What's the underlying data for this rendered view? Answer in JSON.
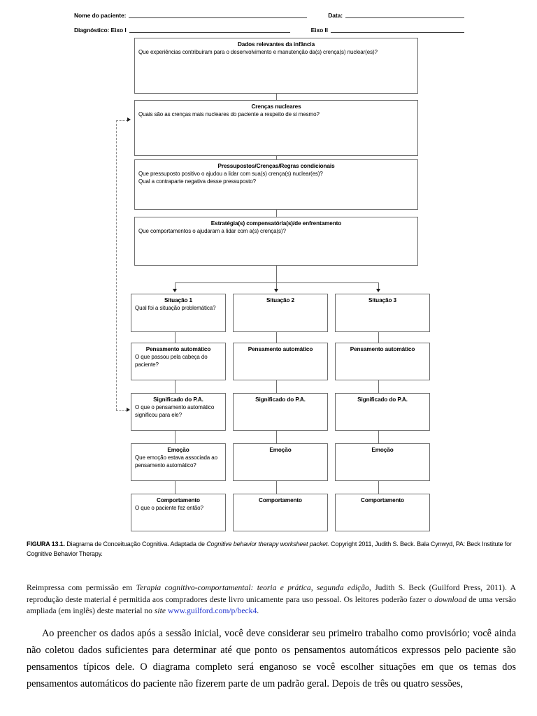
{
  "form": {
    "patient_name_label": "Nome do paciente:",
    "date_label": "Data:",
    "diagnosis_label": "Diagnóstico: Eixo I",
    "axis2_label": "Eixo II",
    "patient_name_value": "",
    "date_value": "",
    "axis1_value": "",
    "axis2_value": ""
  },
  "diagram": {
    "childhood": {
      "title": "Dados relevantes da infância",
      "prompt": [
        "Que experiências contribuiram para o desenvolvimento e manutenção da(s) crença(s) nuclear(es)?"
      ]
    },
    "core_beliefs": {
      "title": "Crenças nucleares",
      "prompt": [
        "Quais são as crenças mais nucleares do paciente a respeito de si mesmo?"
      ]
    },
    "assumptions": {
      "title": "Pressupostos/Crenças/Regras condicionais",
      "prompt": [
        "Que pressuposto positivo o ajudou a lidar com sua(s) crença(s) nuclear(es)?",
        "Qual a contraparte negativa desse pressuposto?"
      ]
    },
    "strategies": {
      "title": "Estratégia(s) compensatória(s)/de enfrentamento",
      "prompt": [
        "Que comportamentos o ajudaram a lidar com a(s) crença(s)?"
      ]
    },
    "columns": [
      {
        "situation": {
          "title": "Situação 1",
          "prompt": [
            "Qual foi a situação problemática?"
          ]
        },
        "automatic_thought": {
          "title": "Pensamento automático",
          "prompt": [
            "O que passou pela cabeça do",
            "paciente?"
          ]
        },
        "meaning": {
          "title": "Significado do P.A.",
          "prompt": [
            "O que o pensamento automático",
            "significou para ele?"
          ]
        },
        "emotion": {
          "title": "Emoção",
          "prompt": [
            "Que emoção estava associada ao",
            "pensamento automático?"
          ]
        },
        "behavior": {
          "title": "Comportamento",
          "prompt": [
            "O que o paciente fez então?"
          ]
        }
      },
      {
        "situation": {
          "title": "Situação 2",
          "prompt": []
        },
        "automatic_thought": {
          "title": "Pensamento automático",
          "prompt": []
        },
        "meaning": {
          "title": "Significado do P.A.",
          "prompt": []
        },
        "emotion": {
          "title": "Emoção",
          "prompt": []
        },
        "behavior": {
          "title": "Comportamento",
          "prompt": []
        }
      },
      {
        "situation": {
          "title": "Situação 3",
          "prompt": []
        },
        "automatic_thought": {
          "title": "Pensamento automático",
          "prompt": []
        },
        "meaning": {
          "title": "Significado do P.A.",
          "prompt": []
        },
        "emotion": {
          "title": "Emoção",
          "prompt": []
        },
        "behavior": {
          "title": "Comportamento",
          "prompt": []
        }
      }
    ]
  },
  "caption": {
    "figure_label": "FIGURA 13.1.",
    "text_part1": " Diagrama de Conceituação Cognitiva. Adaptada de ",
    "italic_title": "Cognitive behavior therapy worksheet packet.",
    "text_part2": " Copyright 2011, Judith S. Beck. Bala Cynwyd, PA: Beck Institute for Cognitive Behavior Therapy."
  },
  "permission": {
    "p1": "Reimpressa com permissão em ",
    "italic1": "Terapia cognitivo-comportamental: teoria e prática, segunda edição",
    "p2": ", Judith S. Beck (Guilford Press, 2011). A reprodução deste material é permitida aos compradores deste livro unicamente para uso pessoal. Os leitores poderão fazer o ",
    "italic2": "download",
    "p3": " de uma versão ampliada (em inglês) deste material no ",
    "italic3": "site",
    "link": " www.guilford.com/p/beck4",
    "p4": "."
  },
  "body": {
    "paragraph": "Ao preencher os dados após a sessão inicial, você deve considerar seu primeiro trabalho como provisório; você ainda não coletou dados suficientes para determinar até que ponto os pensamentos automáticos expressos pelo paciente são pensamentos típicos dele. O diagrama completo será enganoso se você escolher situações em que os temas dos pensamentos automáticos do paciente não fizerem parte de um padrão geral. Depois de três ou quatro sessões,"
  },
  "colors": {
    "box_border": "#6d6d6d",
    "connector": "#6d6d6d",
    "dashed": "#8a8a8a",
    "link": "#2033cf"
  }
}
